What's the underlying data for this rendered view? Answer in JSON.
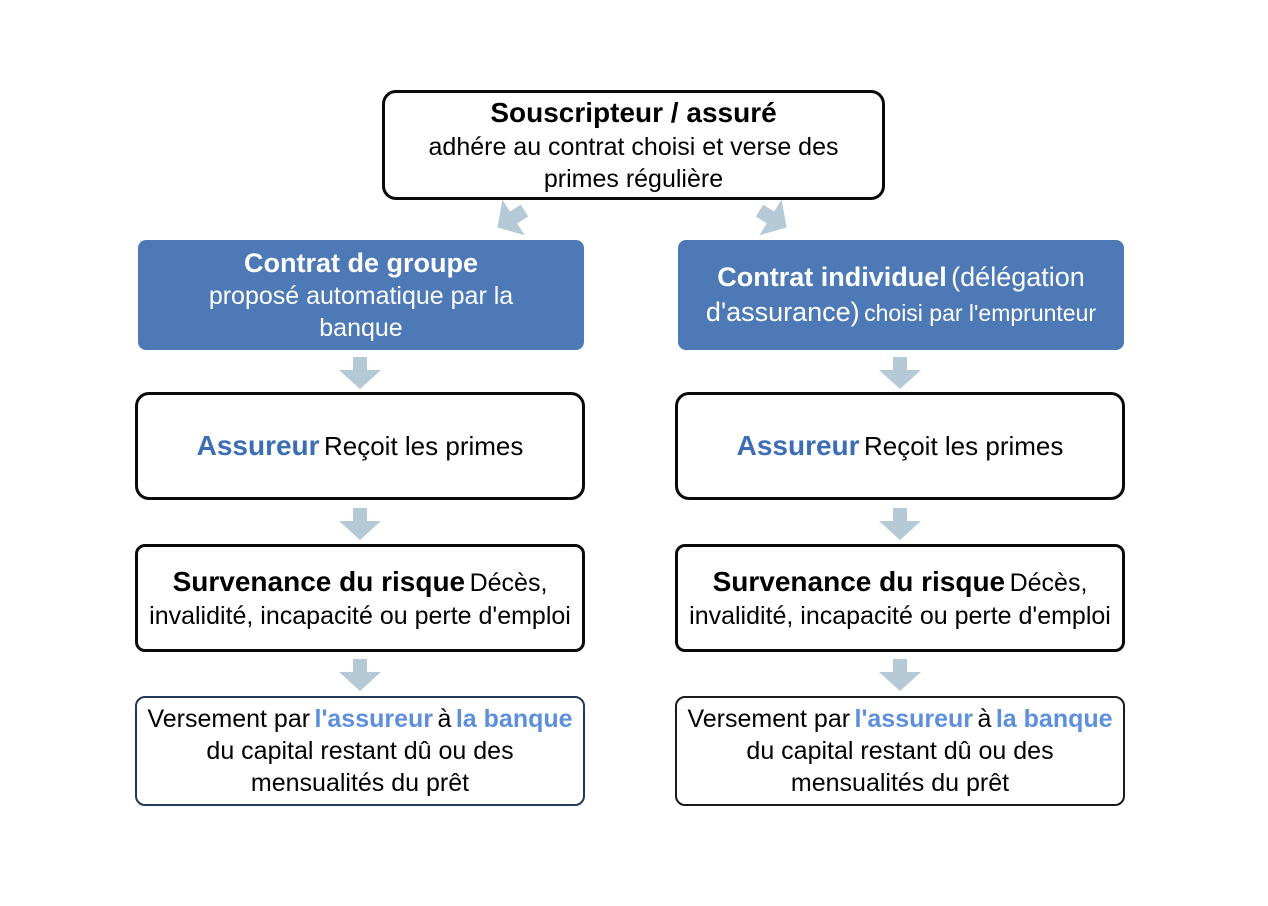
{
  "diagram": {
    "top_box": {
      "title": "Souscripteur / assuré",
      "body": "adhére au contrat choisi et verse des primes régulière"
    },
    "left_column": {
      "contract_box": {
        "title": "Contrat de groupe",
        "body": "proposé automatique par la banque"
      },
      "assureur_box": {
        "name": "Assureur",
        "body": "Reçoit les primes"
      },
      "risk_box": {
        "title": "Survenance du risque",
        "body": "Décès, invalidité, incapacité ou perte d'emploi"
      },
      "payout_box": {
        "text1": "Versement par",
        "highlight1": "l'assureur",
        "text2": "à",
        "highlight2": "la banque",
        "text3": "du capital restant dû ou des mensualités du prêt"
      }
    },
    "right_column": {
      "contract_box": {
        "title": "Contrat individuel",
        "subtitle": "(délégation d'assurance)",
        "tail": "choisi par l'emprunteur"
      },
      "assureur_box": {
        "name": "Assureur",
        "body": "Reçoit les primes"
      },
      "risk_box": {
        "title": "Survenance du risque",
        "body": "Décès, invalidité, incapacité ou perte d'emploi"
      },
      "payout_box": {
        "text1": "Versement par",
        "highlight1": "l'assureur",
        "text2": "à",
        "highlight2": "la banque",
        "text3": "du capital restant dû ou des mensualités du prêt"
      }
    }
  },
  "colors": {
    "background": "#FFFFFF",
    "contract_box_fill": "#4E79B7",
    "contract_box_text": "#FFFFFF",
    "assureur_accent_blue": "#3C6DB5",
    "payout_highlight_blue": "#5E8FDC",
    "flow_arrow": "#B6C9D6",
    "box_border_black": "#0A0A0A",
    "payout_left_border_navy": "#233A54"
  },
  "icons": {
    "flow_arrow": "thick-down-arrow"
  }
}
